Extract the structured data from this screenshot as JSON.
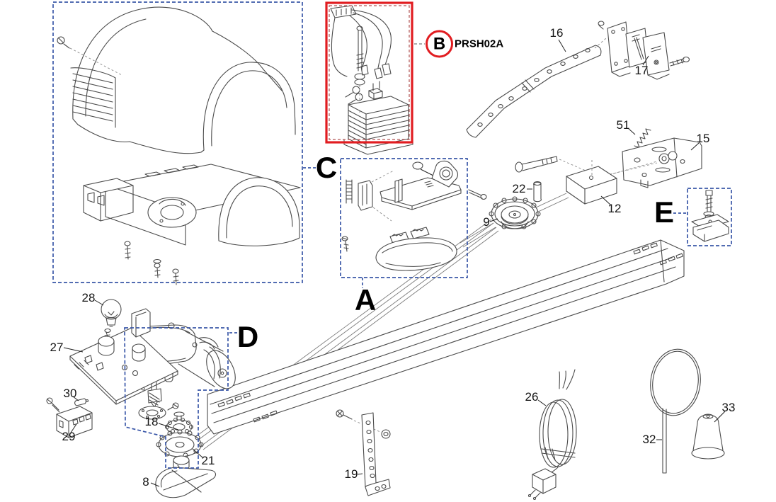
{
  "sections": [
    {
      "letter": "A"
    },
    {
      "letter": "B"
    },
    {
      "letter": "C"
    },
    {
      "letter": "D"
    },
    {
      "letter": "E"
    }
  ],
  "highlight": {
    "code": "PRSH02A"
  },
  "parts": [
    {
      "text": "16"
    },
    {
      "text": "17"
    },
    {
      "text": "51"
    },
    {
      "text": "15"
    },
    {
      "text": "22"
    },
    {
      "text": "12"
    },
    {
      "text": "9"
    },
    {
      "text": "28"
    },
    {
      "text": "27"
    },
    {
      "text": "30"
    },
    {
      "text": "29"
    },
    {
      "text": "18"
    },
    {
      "text": "21"
    },
    {
      "text": "8"
    },
    {
      "text": "19"
    },
    {
      "text": "26"
    },
    {
      "text": "32"
    },
    {
      "text": "33"
    }
  ],
  "colors": {
    "accent_blue": "#3a57a8",
    "accent_red": "#e11d21",
    "line_gray": "#4a4a4a",
    "text_black": "#141414"
  }
}
